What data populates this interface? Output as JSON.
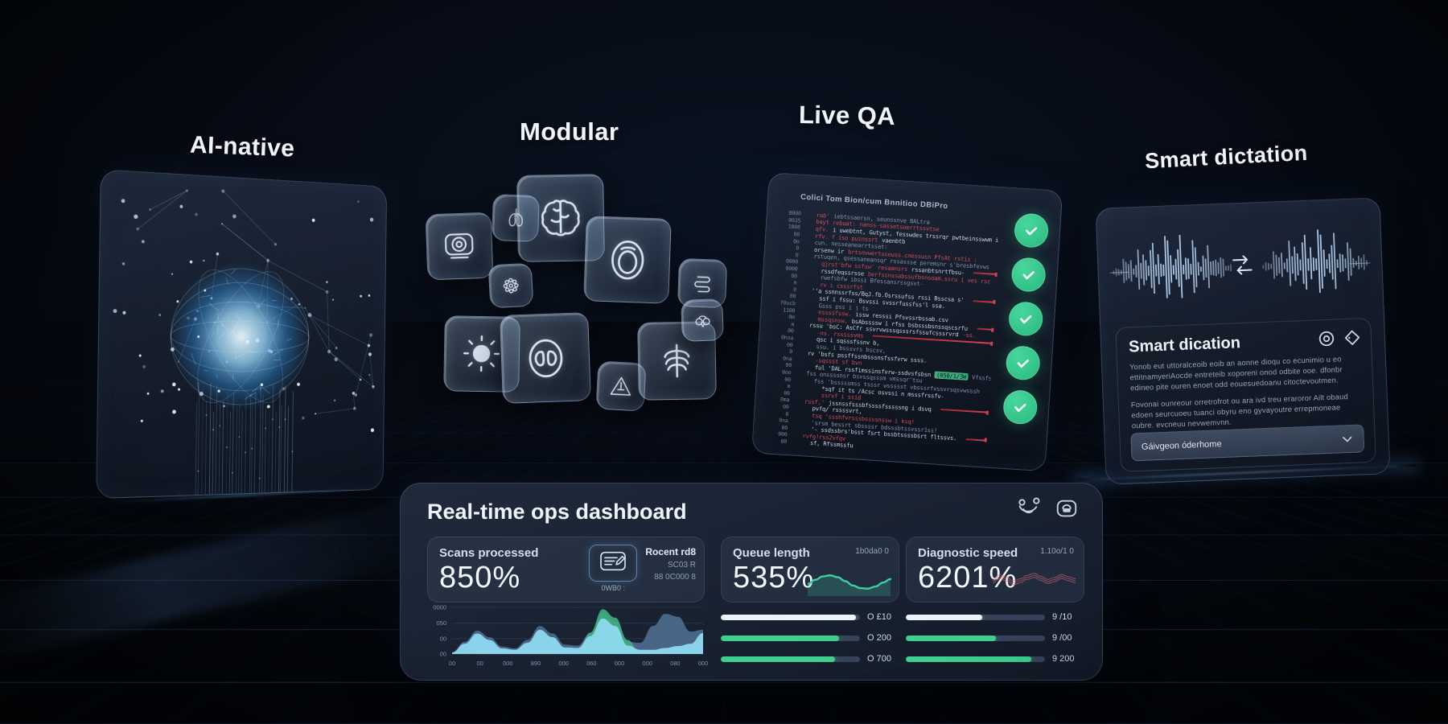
{
  "panels": {
    "ai_native": {
      "title": "AI-native"
    },
    "modular": {
      "title": "Modular",
      "tiles": [
        {
          "icon": "ct-scanner-icon"
        },
        {
          "icon": "lungs-icon"
        },
        {
          "icon": "brain-icon"
        },
        {
          "icon": "head-scan-icon"
        },
        {
          "icon": "molecule-icon"
        },
        {
          "icon": "cell-icon"
        },
        {
          "icon": "kidney-scan-icon"
        },
        {
          "icon": "triangle-scan-icon"
        },
        {
          "icon": "ribcage-icon"
        },
        {
          "icon": "intestine-icon"
        },
        {
          "icon": "pelvis-icon"
        }
      ]
    },
    "live_qa": {
      "title": "Live QA",
      "editor_header": "Colici Tom Bion/cum Bnnitioo DBiPro",
      "checks": 5,
      "code_lines": [
        {
          "n": "B000",
          "ind": 1,
          "seg": [
            [
              "rab'",
              "r"
            ],
            [
              "iebtssaersn, seunssnve BALtra",
              "d"
            ]
          ]
        },
        {
          "n": "0035",
          "ind": 1,
          "seg": [
            [
              "bayt rebuat:",
              "r"
            ],
            [
              "nanss-sassetsoerrtssvtse",
              "r"
            ]
          ]
        },
        {
          "n": "1008",
          "ind": 1,
          "seg": [
            [
              "qfv.",
              "r"
            ],
            [
              "i uwebtnt, Gutyst, fesswdes trssrqr pwtbeinsswwm i",
              "w"
            ],
            [
              "Ansiseim.",
              "r"
            ]
          ]
        },
        {
          "n": "00",
          "ind": 1,
          "seg": [
            [
              "rfv. f iso puinssrt",
              "r"
            ],
            [
              "vaenbtb",
              "w"
            ]
          ]
        },
        {
          "n": "0o",
          "ind": 1,
          "seg": [
            [
              "cun. nesseanearrtssat:",
              "d"
            ]
          ]
        },
        {
          "n": "0",
          "ind": 1,
          "seg": [
            [
              "orsenw ir",
              "w"
            ],
            [
              "brtsnvwertsseuss.cnessusn PfsAt rstis :",
              "r"
            ]
          ]
        },
        {
          "n": "0",
          "ind": 1,
          "seg": [
            [
              "rstuqen, qsessaneansqr rssassse peremsnr s'bresbfevws",
              "d"
            ]
          ]
        },
        {
          "n": "0000",
          "ind": 2,
          "seg": [
            [
              "qjrst'bfw ssfsw' resaansrs",
              "r"
            ],
            [
              "rssanbtsnrtfbsu-",
              "w"
            ]
          ],
          "rule": true
        },
        {
          "n": "0000",
          "ind": 2,
          "seg": [
            [
              "rssdfeqssrsse",
              "w"
            ],
            [
              "berfssnssabssufbsnsoam.ssru i ves rsc",
              "r"
            ]
          ]
        },
        {
          "n": "00",
          "ind": 2,
          "seg": [
            [
              "rwefsbfw ibssi Bfessansrssgsvt-",
              "d"
            ]
          ]
        },
        {
          "n": "m",
          "ind": 2,
          "seg": [
            [
              "rv i csssrfst",
              "r"
            ]
          ]
        },
        {
          "n": "0",
          "ind": 1,
          "seg": [
            [
              "''a ssnnssrfss/BqJ.fb.Osrssufss rssi Bsscsa s'",
              "w"
            ]
          ],
          "rule": true
        },
        {
          "n": "00",
          "ind": 2,
          "seg": [
            [
              "ssf i fssu: Bsvssi svssrfussfss'l ssa.",
              "w"
            ]
          ]
        },
        {
          "n": "f0ucb",
          "ind": 2,
          "seg": [
            [
              "Gsss pss i j ts",
              "d"
            ]
          ]
        },
        {
          "n": "1100",
          "ind": 2,
          "seg": [
            [
              "essssfssw.",
              "r"
            ],
            [
              "issw resssi Pfsvssrbssab.csv",
              "w"
            ]
          ]
        },
        {
          "n": "0m",
          "ind": 2,
          "seg": [
            [
              "mssqsnsw,",
              "r"
            ],
            [
              "bsAbssssw i rfss bsbsssbsnssqscsrfu",
              "w"
            ]
          ],
          "rule": true
        },
        {
          "n": "m",
          "ind": 1,
          "seg": [
            [
              "rssu 'bsC: AsCfr ssvrvwsssqsssrsfssufcsssrvrd",
              "w"
            ],
            [
              "-ss.",
              "r"
            ]
          ]
        },
        {
          "n": "00",
          "ind": 2,
          "seg": [
            [
              "-ns. rsssssvms",
              "r"
            ]
          ],
          "rule": true
        },
        {
          "n": "0hna",
          "ind": 2,
          "seg": [
            [
              "qsc i sqsssfssnv b,",
              "w"
            ]
          ]
        },
        {
          "n": "00",
          "ind": 2,
          "seg": [
            [
              "ssu. i bsssvrs bscsv,",
              "d"
            ]
          ]
        },
        {
          "n": "0",
          "ind": 1,
          "seg": [
            [
              "rv 'bsfs pssffssnbsssnsfssfvrw ssss.",
              "w"
            ]
          ]
        },
        {
          "n": "0na",
          "ind": 2,
          "seg": [
            [
              "-sqssst sf bvn",
              "r"
            ]
          ]
        },
        {
          "n": "00",
          "ind": 2,
          "seg": [
            [
              "ful 'DAL rssfimssinsfvrw-ssdvsfsbsn",
              "w"
            ],
            [
              "(050/1/3W",
              "t"
            ],
            [
              "Vfssfssnsts i ssqsvm bsssfsst.",
              "d"
            ]
          ]
        },
        {
          "n": "0oo",
          "ind": 1,
          "seg": [
            [
              "fss onssssnsr bsvssqsssm vmssqr'tsu",
              "d"
            ]
          ]
        },
        {
          "n": "00",
          "ind": 2,
          "seg": [
            [
              "fss 'bsssssmss tsssr wssssst vbsssrfvssvrsqsvwsssh",
              "d"
            ]
          ]
        },
        {
          "n": "m",
          "ind": 3,
          "seg": [
            [
              "*sqf it ts /Acsc osvssi n msssfrssfv-",
              "w"
            ]
          ]
        },
        {
          "n": "00",
          "ind": 3,
          "seg": [
            [
              "ssrvf i ssid",
              "r"
            ]
          ]
        },
        {
          "n": "0ma",
          "ind": 1,
          "seg": [
            [
              "rssf,'",
              "r"
            ],
            [
              "jssnssfsssbfssssfsssssng i dsvq",
              "w"
            ]
          ],
          "rule": true
        },
        {
          "n": "00",
          "ind": 2,
          "seg": [
            [
              "pvfq/ rssssvrt,",
              "w"
            ]
          ]
        },
        {
          "n": "0",
          "ind": 2,
          "seg": [
            [
              "tsq 'ssshfvrsssbssssnssw i ksq!",
              "r"
            ]
          ]
        },
        {
          "n": "0na",
          "ind": 2,
          "seg": [
            [
              "'srsm bessrt sbssssr bdsssbtssvssr1ss!",
              "d"
            ]
          ]
        },
        {
          "n": "00",
          "ind": 2,
          "seg": [
            [
              "'- ssdssbrs'bsst fsrt bssbtssssbsrt fltssvs.",
              "w"
            ]
          ],
          "rule": true
        },
        {
          "n": "000",
          "ind": 1,
          "seg": [
            [
              "rvfg!rss2vfqv",
              "r"
            ]
          ]
        },
        {
          "n": "00",
          "ind": 2,
          "seg": [
            [
              "sf, Rfssmssfu",
              "w"
            ]
          ]
        }
      ]
    },
    "smart_dictation": {
      "title": "Smart dictation",
      "card": {
        "title": "Smart dication",
        "icons": [
          "at-circle-icon",
          "diamond-icon"
        ],
        "paragraphs": [
          "Yonob eut uttoralceoib eoib an aonne dioqu co ecunimio u eo ettitnamyeriAocde entreteib xoporeni onod odbite ooe. dfonbr edineo pite ouren enoet odd eouesuedoanu citoctevoutmen.",
          "Fovonai ounreour orretrofrot ou ara ivd treu eraroror Ailt obaud edoen seurcuoeu tuanci obyru eno gyvayoutre errepmoneae oubre. evcneuu nevwemvnn."
        ],
        "dropdown": {
          "value": "Gáivgeon óderhome"
        }
      }
    }
  },
  "dashboard": {
    "title": "Real-time ops dashboard",
    "header_icons": [
      "stethoscope-icon",
      "lock-icon"
    ],
    "stats": [
      {
        "label": "Scans processed",
        "value": "850%",
        "icon": "scan-report-icon",
        "icon_caption": "0WB0 :",
        "side_lines": [
          "Rocent rd8",
          "SC03 R",
          "88 0C000 8"
        ]
      },
      {
        "label": "Queue length",
        "value": "535%",
        "caption": "1b0da0 0"
      },
      {
        "label": "Diagnostic speed",
        "value": "6201%",
        "caption": "1.10o/1 0"
      }
    ],
    "progress_groups": [
      {
        "bars": [
          {
            "pct": 97,
            "color": "white",
            "label": "O £10"
          },
          {
            "pct": 85,
            "color": "green",
            "label": "O 200"
          },
          {
            "pct": 82,
            "color": "green",
            "label": "O 700"
          }
        ]
      },
      {
        "bars": [
          {
            "pct": 55,
            "color": "white",
            "label": "9 /10"
          },
          {
            "pct": 65,
            "color": "green",
            "label": "9 /00"
          },
          {
            "pct": 90,
            "color": "green",
            "label": "9 200"
          }
        ]
      }
    ]
  },
  "chart_data": [
    {
      "id": "ops_area",
      "type": "area",
      "title": "",
      "x_tick_labels": [
        "00",
        "00",
        "000",
        "890",
        "000",
        "060",
        "000",
        "000",
        "080",
        "000"
      ],
      "y_tick_labels": [
        "0000",
        "050",
        "00",
        "00"
      ],
      "x": [
        0,
        5,
        10,
        15,
        20,
        25,
        30,
        35,
        40,
        45,
        50,
        55,
        60,
        65,
        70,
        75,
        80,
        85,
        90,
        95,
        100
      ],
      "series": [
        {
          "name": "secondary-blue",
          "color": "#56799e",
          "values": [
            4,
            26,
            50,
            36,
            16,
            12,
            30,
            60,
            44,
            20,
            18,
            44,
            88,
            70,
            26,
            24,
            60,
            86,
            80,
            48,
            52
          ]
        },
        {
          "name": "peak-green",
          "color": "#3fae7e",
          "values": [
            0,
            0,
            0,
            0,
            0,
            0,
            0,
            0,
            0,
            0,
            0,
            46,
            96,
            78,
            30,
            0,
            0,
            0,
            0,
            0,
            0
          ]
        },
        {
          "name": "primary-cyan",
          "color": "#8fd9f0",
          "values": [
            3,
            22,
            44,
            30,
            12,
            9,
            24,
            52,
            36,
            14,
            13,
            38,
            76,
            60,
            18,
            9,
            9,
            13,
            17,
            22,
            45
          ]
        }
      ],
      "ylim": [
        0,
        100
      ],
      "grid": true,
      "legend": false
    },
    {
      "id": "queue_spark",
      "type": "line",
      "color": "#3ecfa0",
      "values": [
        40,
        55,
        68,
        72,
        65,
        50,
        34,
        24,
        22,
        30,
        45,
        58
      ]
    },
    {
      "id": "diag_spark",
      "type": "line",
      "color": "#d06570",
      "values": [
        50,
        62,
        55,
        44,
        50,
        60,
        66,
        57,
        48,
        54,
        63,
        56,
        50
      ]
    }
  ],
  "colors": {
    "accent_green": "#2fc98c",
    "accent_red": "#d8414f",
    "chart_cyan": "#8fd9f0",
    "chart_blue": "#56799e",
    "chart_green": "#3fae7e",
    "progress_green": "#3ecf8e",
    "waveform": "#b6d0ee"
  }
}
